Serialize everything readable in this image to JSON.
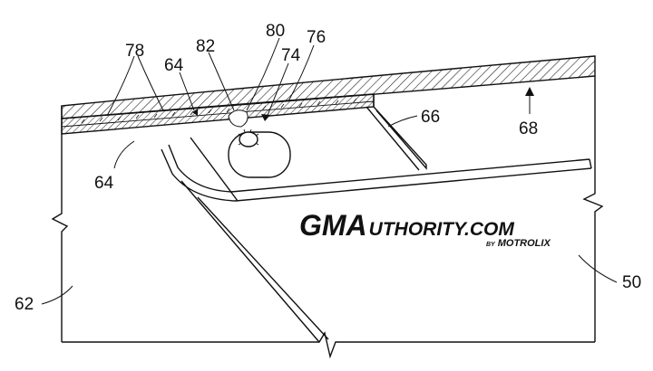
{
  "diagram": {
    "reference_numerals": {
      "n50": "50",
      "n62": "62",
      "n64a": "64",
      "n64b": "64",
      "n66": "66",
      "n68": "68",
      "n74": "74",
      "n76": "76",
      "n78": "78",
      "n80": "80",
      "n82": "82"
    }
  },
  "watermark": {
    "main_bold": "GMA",
    "main_rest": "UTHORITY.COM",
    "by": "BY",
    "brand": "MOTROLIX"
  }
}
